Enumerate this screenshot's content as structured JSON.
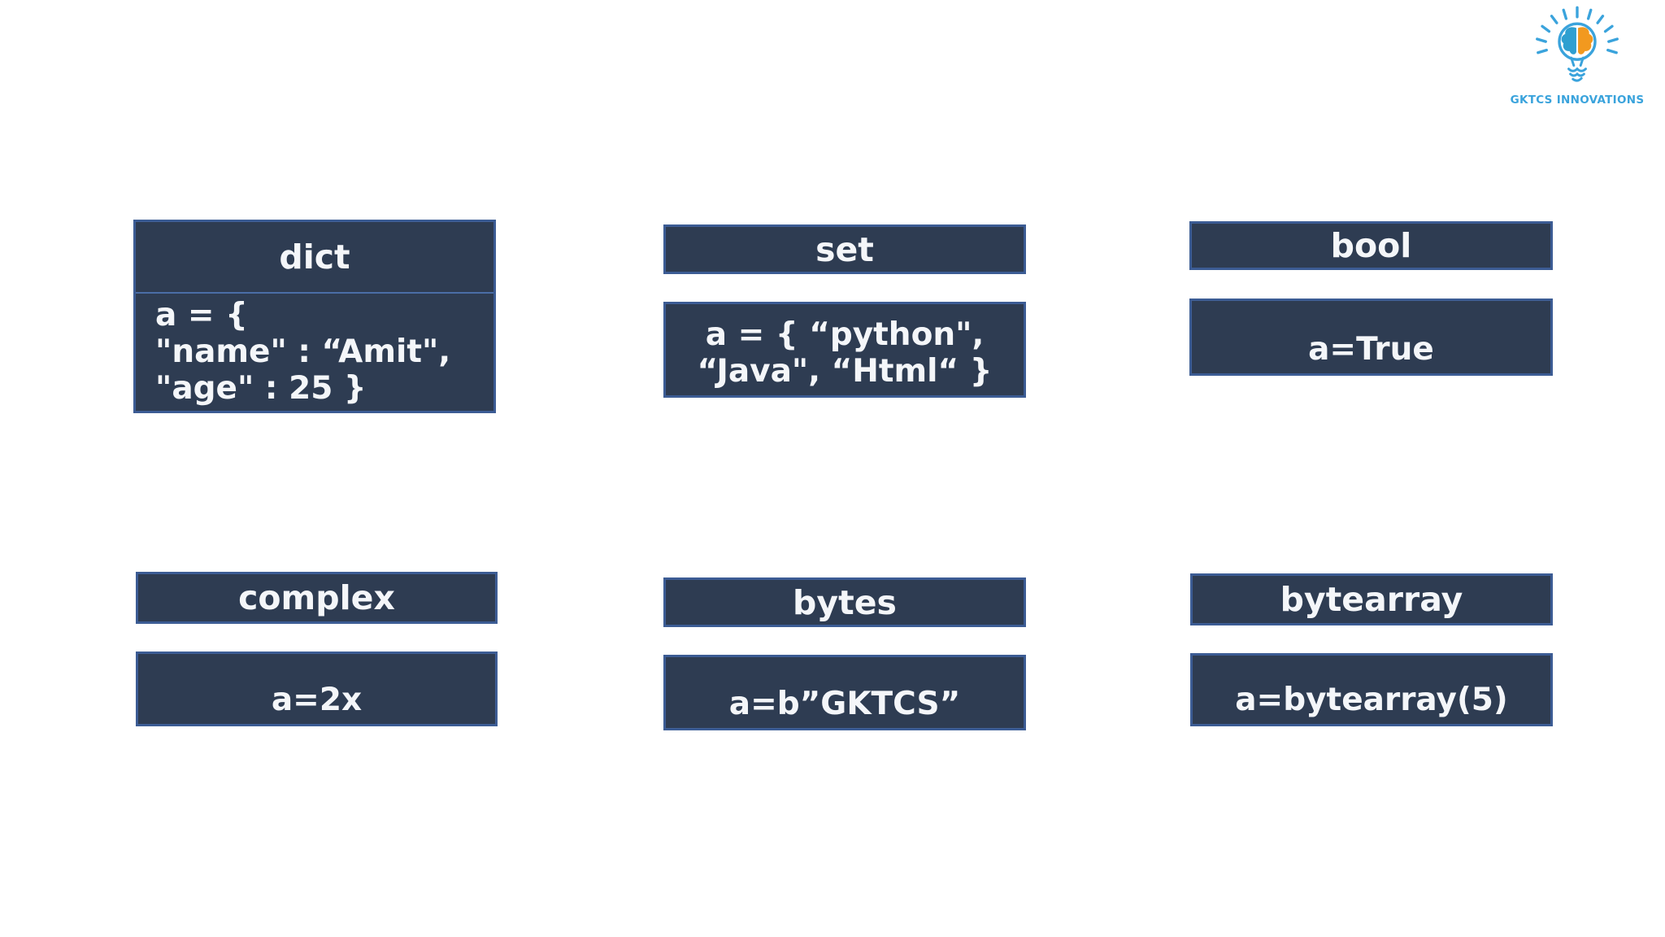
{
  "page": {
    "background": "#ffffff"
  },
  "colors": {
    "box_fill": "#2e3c52",
    "box_border": "#3c5c94",
    "dict_divider": "#4a6da6",
    "text": "#f4f6f9",
    "logo_blue": "#3aa3dc",
    "brain_blue": "#2f9fd0",
    "brain_orange": "#f2991f"
  },
  "logo": {
    "text": "GKTCS INNOVATIONS"
  },
  "cards": {
    "dict": {
      "title": "dict",
      "code_lines": [
        "a = {",
        "\"name\" : “Amit\",",
        "\"age\" : 25 }"
      ]
    },
    "set": {
      "title": "set",
      "code_lines": [
        "a = { “python\",",
        "“Java\", “Html“ }"
      ]
    },
    "bool": {
      "title": "bool",
      "code": "a=True"
    },
    "complex": {
      "title": "complex",
      "code": "a=2x"
    },
    "bytes": {
      "title": "bytes",
      "code": "a=b”GKTCS”"
    },
    "bytearray": {
      "title": "bytearray",
      "code": "a=bytearray(5)"
    }
  }
}
